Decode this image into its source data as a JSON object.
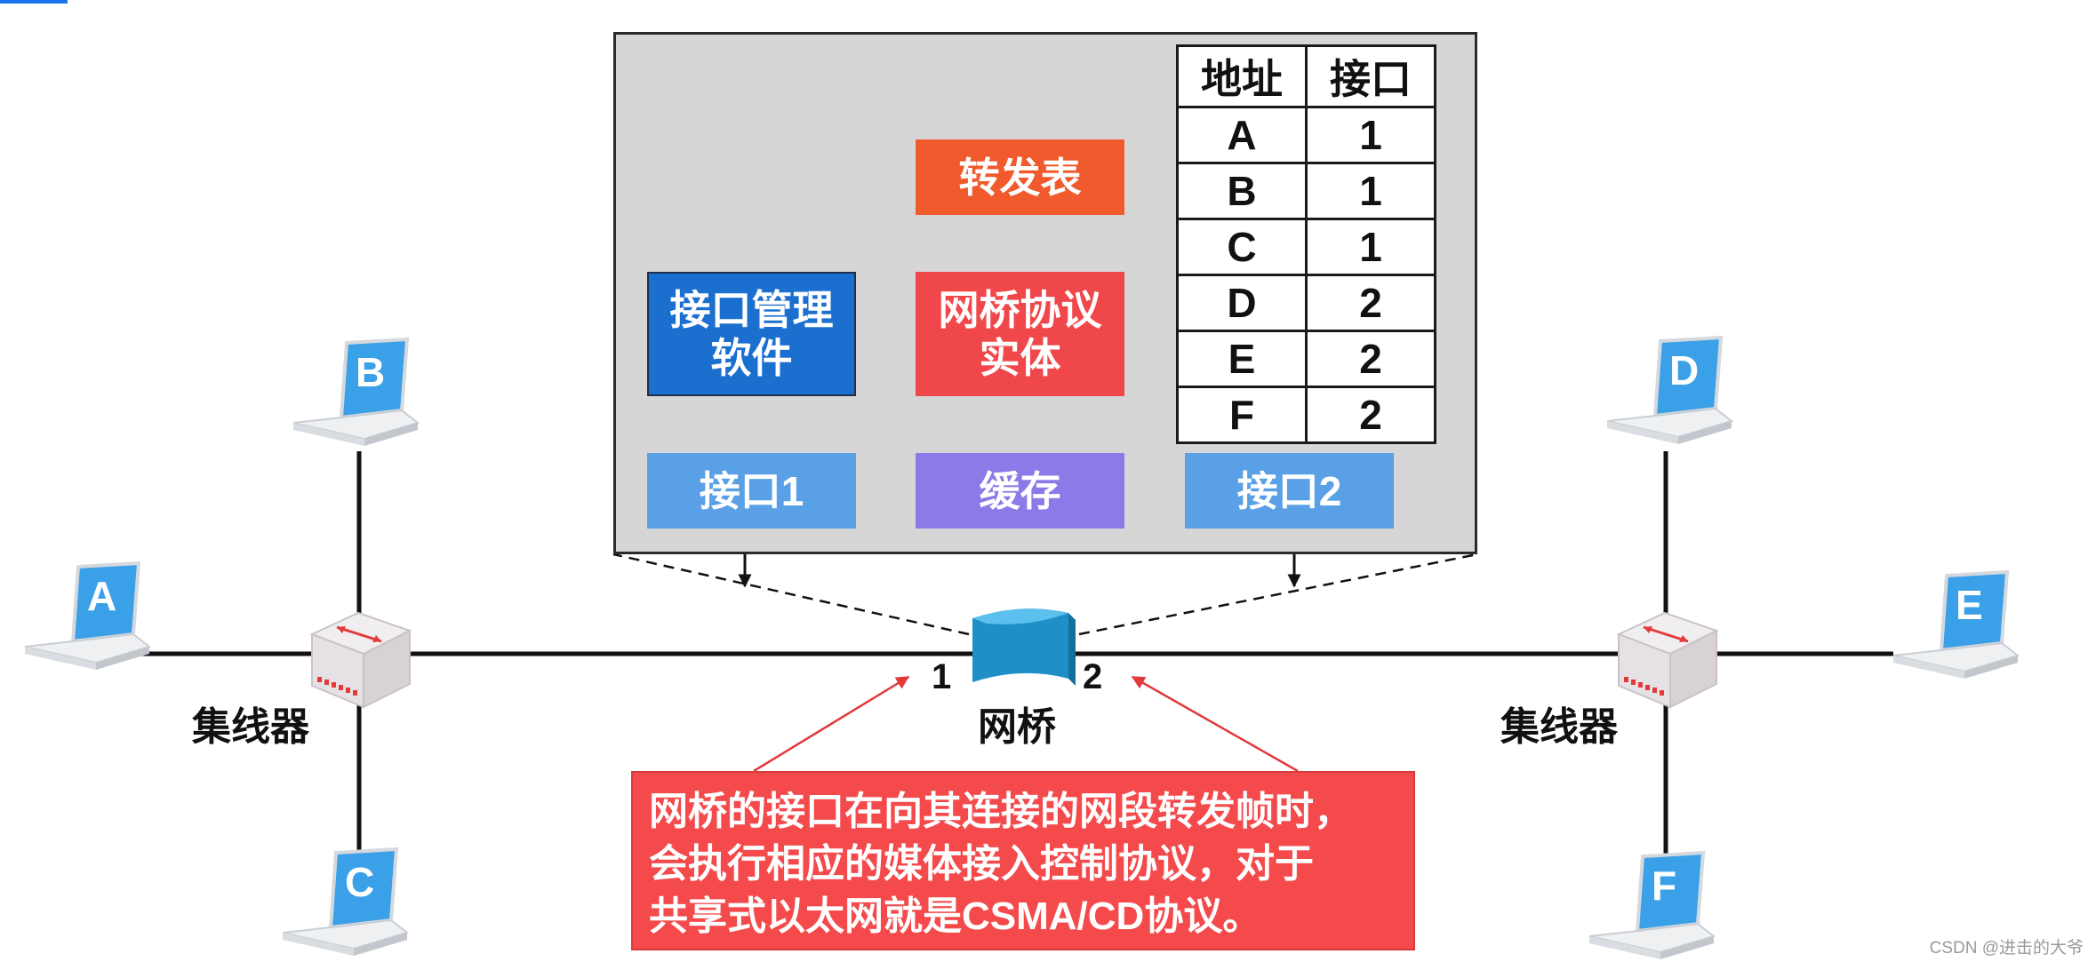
{
  "panel": {
    "forward_table_label": "转发表",
    "mgmt_software_line1": "接口管理",
    "mgmt_software_line2": "软件",
    "bridge_protocol_line1": "网桥协议",
    "bridge_protocol_line2": "实体",
    "interface1_label": "接口1",
    "buffer_label": "缓存",
    "interface2_label": "接口2"
  },
  "forwarding_table": {
    "headers": [
      "地址",
      "接口"
    ],
    "rows": [
      [
        "A",
        "1"
      ],
      [
        "B",
        "1"
      ],
      [
        "C",
        "1"
      ],
      [
        "D",
        "2"
      ],
      [
        "E",
        "2"
      ],
      [
        "F",
        "2"
      ]
    ]
  },
  "hosts": {
    "A": "A",
    "B": "B",
    "C": "C",
    "D": "D",
    "E": "E",
    "F": "F"
  },
  "hub_left_label": "集线器",
  "hub_right_label": "集线器",
  "bridge_label": "网桥",
  "bridge_port1": "1",
  "bridge_port2": "2",
  "note": {
    "line1": "网桥的接口在向其连接的网段转发帧时，",
    "line2": "会执行相应的媒体接入控制协议，对于",
    "line3": "共享式以太网就是CSMA/CD协议。"
  },
  "watermark": "CSDN @进击的大爷",
  "colors": {
    "laptop_screen": "#3aa0e8",
    "forward_table_box": "#f05a2c",
    "protocol_box": "#f0484a",
    "mgmt_box": "#1b6fcf",
    "interface_box": "#5aa0e6",
    "buffer_box": "#8a7be8",
    "note_box": "#f44a4c",
    "bridge_body": "#1f8fc8"
  }
}
